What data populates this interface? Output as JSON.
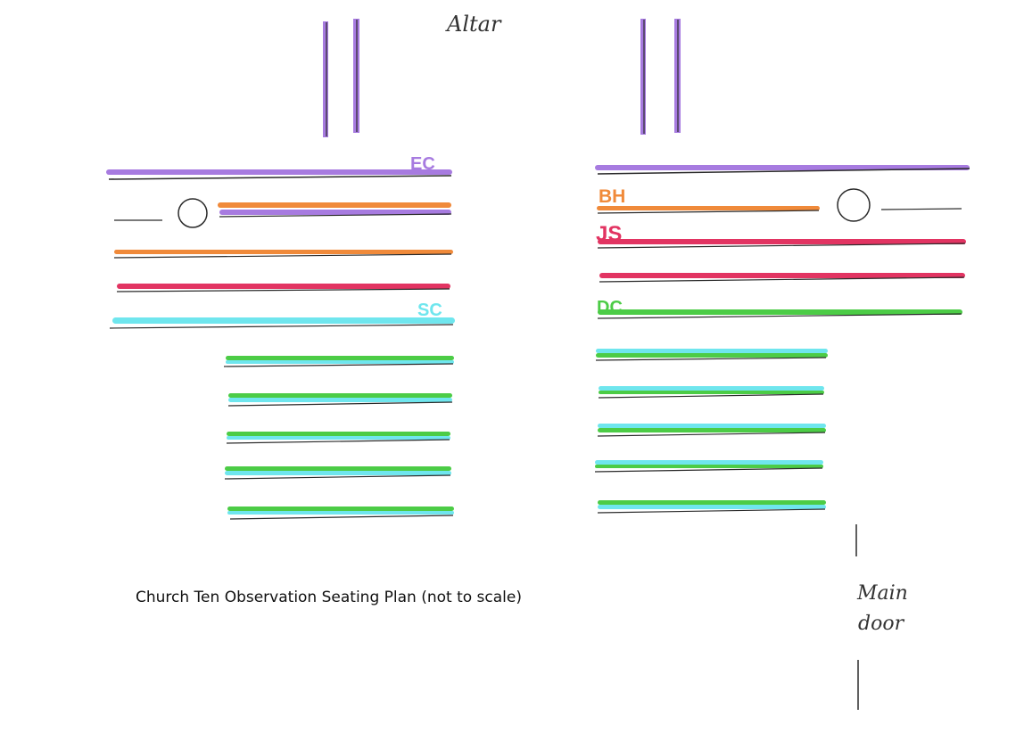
{
  "labels": {
    "altar": "Altar",
    "main_door_line1": "Main",
    "main_door_line2": "door",
    "caption": "Church Ten Observation Seating Plan (not to scale)"
  },
  "initials": {
    "ec": "EC",
    "sc": "SC",
    "bh": "BH",
    "js": "JS",
    "dc": "DC"
  },
  "colors": {
    "purple": "#a77be0",
    "orange": "#f08a3a",
    "red": "#e23462",
    "cyan": "#6fe6ee",
    "green": "#4ccc46",
    "pencil": "#2a2a2a",
    "ink": "#333333"
  },
  "pews": {
    "left": [
      "purple",
      "orange+purple",
      "orange",
      "red",
      "cyan",
      "green+cyan",
      "green+cyan",
      "green+cyan",
      "green+cyan",
      "green+cyan"
    ],
    "right": [
      "purple",
      "orange",
      "red",
      "red",
      "green",
      "green+cyan",
      "green+cyan",
      "green+cyan",
      "green+cyan",
      "green+cyan"
    ]
  }
}
